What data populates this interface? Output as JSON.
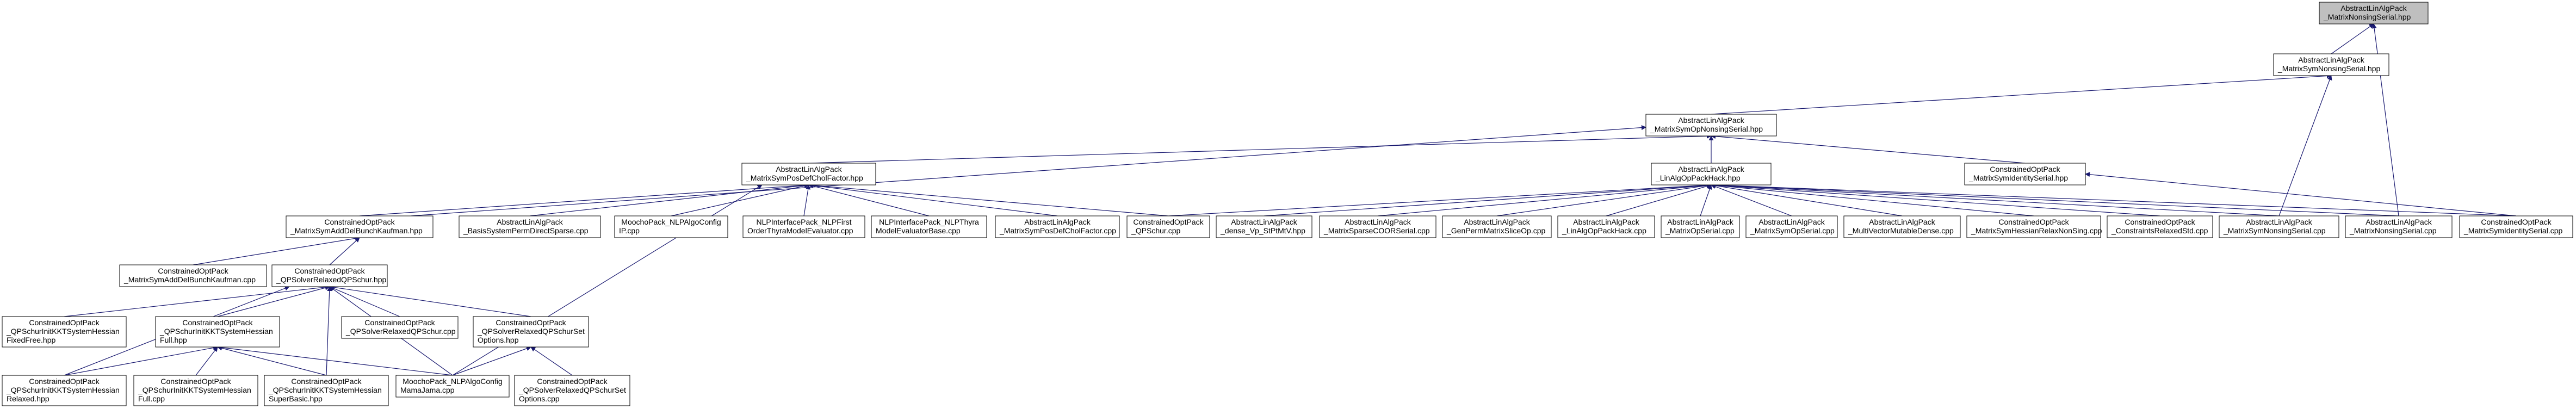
{
  "colors": {
    "background": "#ffffff",
    "edge": "#191970",
    "node_border": "#000000",
    "node_fill": "#ffffff",
    "root_fill": "#bfbfbf",
    "text": "#000000"
  },
  "nodes": [
    {
      "id": "n_msns_hpp",
      "lines": [
        "AbstractLinAlgPack",
        "_MatrixNonsingSerial.hpp"
      ],
      "root": true
    },
    {
      "id": "n_mns_hpp",
      "lines": [
        "AbstractLinAlgPack",
        "_MatrixSymNonsingSerial.hpp"
      ]
    },
    {
      "id": "n_mop_hpp",
      "lines": [
        "AbstractLinAlgPack",
        "_MatrixSymOpNonsingSerial.hpp"
      ]
    },
    {
      "id": "n_chol_hpp",
      "lines": [
        "AbstractLinAlgPack",
        "_MatrixSymPosDefCholFactor.hpp"
      ]
    },
    {
      "id": "n_linalg_hack",
      "lines": [
        "AbstractLinAlgPack",
        "_LinAlgOpPackHack.hpp"
      ]
    },
    {
      "id": "n_identity_hpp",
      "lines": [
        "ConstrainedOptPack",
        "_MatrixSymIdentitySerial.hpp"
      ]
    },
    {
      "id": "n_bk_hpp",
      "lines": [
        "ConstrainedOptPack",
        "_MatrixSymAddDelBunchKaufman.hpp"
      ]
    },
    {
      "id": "n_basis_cpp",
      "lines": [
        "AbstractLinAlgPack",
        "_BasisSystemPermDirectSparse.cpp"
      ]
    },
    {
      "id": "n_moocho_cfg",
      "lines": [
        "MoochoPack_NLPAlgoConfig",
        "IP.cpp"
      ]
    },
    {
      "id": "n_nlp_first",
      "lines": [
        "NLPInterfacePack_NLPFirst",
        "OrderThyraModelEvaluator.cpp"
      ]
    },
    {
      "id": "n_nlp_thyra",
      "lines": [
        "NLPInterfacePack_NLPThyra",
        "ModelEvaluatorBase.cpp"
      ]
    },
    {
      "id": "n_chol_cpp",
      "lines": [
        "AbstractLinAlgPack",
        "_MatrixSymPosDefCholFactor.cpp"
      ]
    },
    {
      "id": "n_qpschur_cpp",
      "lines": [
        "ConstrainedOptPack",
        "_QPSchur.cpp"
      ]
    },
    {
      "id": "n_dense",
      "lines": [
        "AbstractLinAlgPack",
        "_dense_Vp_StPtMtV.hpp"
      ]
    },
    {
      "id": "n_coo",
      "lines": [
        "AbstractLinAlgPack",
        "_MatrixSparseCOORSerial.cpp"
      ]
    },
    {
      "id": "n_genperm",
      "lines": [
        "AbstractLinAlgPack",
        "_GenPermMatrixSliceOp.cpp"
      ]
    },
    {
      "id": "n_linalg_cpp",
      "lines": [
        "AbstractLinAlgPack",
        "_LinAlgOpPackHack.cpp"
      ]
    },
    {
      "id": "n_mopserial",
      "lines": [
        "AbstractLinAlgPack",
        "_MatrixOpSerial.cpp"
      ]
    },
    {
      "id": "n_msymop",
      "lines": [
        "AbstractLinAlgPack",
        "_MatrixSymOpSerial.cpp"
      ]
    },
    {
      "id": "n_multivec",
      "lines": [
        "AbstractLinAlgPack",
        "_MultiVectorMutableDense.cpp"
      ]
    },
    {
      "id": "n_hessrelax",
      "lines": [
        "ConstrainedOptPack",
        "_MatrixSymHessianRelaxNonSing.cpp"
      ]
    },
    {
      "id": "n_relaxedstd",
      "lines": [
        "ConstrainedOptPack",
        "_ConstraintsRelaxedStd.cpp"
      ]
    },
    {
      "id": "n_mns_cpp",
      "lines": [
        "AbstractLinAlgPack",
        "_MatrixSymNonsingSerial.cpp"
      ]
    },
    {
      "id": "n_msns_cpp",
      "lines": [
        "AbstractLinAlgPack",
        "_MatrixNonsingSerial.cpp"
      ]
    },
    {
      "id": "n_identity_cpp",
      "lines": [
        "ConstrainedOptPack",
        "_MatrixSymIdentitySerial.cpp"
      ]
    },
    {
      "id": "n_bk_cpp",
      "lines": [
        "ConstrainedOptPack",
        "_MatrixSymAddDelBunchKaufman.cpp"
      ]
    },
    {
      "id": "n_qprel_hpp",
      "lines": [
        "ConstrainedOptPack",
        "_QPSolverRelaxedQPSchur.hpp"
      ]
    },
    {
      "id": "n_kkt_fixed",
      "lines": [
        "ConstrainedOptPack",
        "_QPSchurInitKKTSystemHessian",
        "FixedFree.hpp"
      ]
    },
    {
      "id": "n_kkt_full_hpp",
      "lines": [
        "ConstrainedOptPack",
        "_QPSchurInitKKTSystemHessian",
        "Full.hpp"
      ]
    },
    {
      "id": "n_qprel_cpp",
      "lines": [
        "ConstrainedOptPack",
        "_QPSolverRelaxedQPSchur.cpp"
      ]
    },
    {
      "id": "n_qprel_opt_hpp",
      "lines": [
        "ConstrainedOptPack",
        "_QPSolverRelaxedQPSchurSet",
        "Options.hpp"
      ]
    },
    {
      "id": "n_kkt_relaxed",
      "lines": [
        "ConstrainedOptPack",
        "_QPSchurInitKKTSystemHessian",
        "Relaxed.hpp"
      ]
    },
    {
      "id": "n_kkt_full_cpp",
      "lines": [
        "ConstrainedOptPack",
        "_QPSchurInitKKTSystemHessian",
        "Full.cpp"
      ]
    },
    {
      "id": "n_kkt_super",
      "lines": [
        "ConstrainedOptPack",
        "_QPSchurInitKKTSystemHessian",
        "SuperBasic.hpp"
      ]
    },
    {
      "id": "n_moocho_mama",
      "lines": [
        "MoochoPack_NLPAlgoConfig",
        "MamaJama.cpp"
      ]
    },
    {
      "id": "n_qprel_opt_cpp",
      "lines": [
        "ConstrainedOptPack",
        "_QPSolverRelaxedQPSchurSet",
        "Options.cpp"
      ]
    }
  ]
}
